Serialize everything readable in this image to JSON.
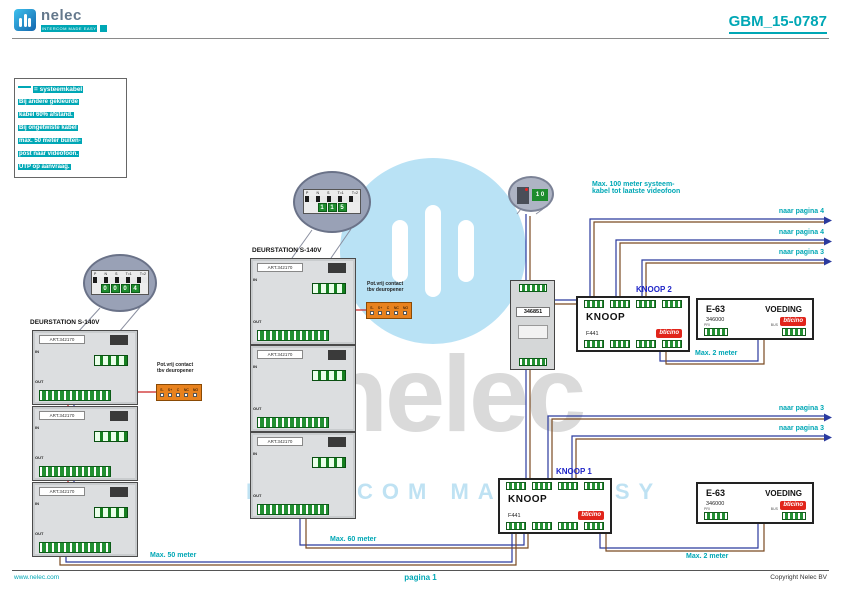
{
  "header": {
    "brand": "nelec",
    "brand_tagline": "INTERCOM MADE EASY",
    "doc_number": "GBM_15-0787"
  },
  "legend": {
    "title": "= systeemkabel",
    "lines": [
      "Bij andere gekleurde",
      "kabel 60% afstand.",
      "Bij ongetwiste kabel",
      "max. 50 meter buiten-",
      "post naar videofoon.",
      "UTP op aanvraag."
    ]
  },
  "watermark": {
    "brand": "nelec",
    "tagline": "INTERCOM MADE EASY"
  },
  "diagram": {
    "station1": {
      "label": "DEURSTATION S-140V",
      "art": "ART.342170",
      "in": "IN",
      "out": "OUT"
    },
    "station2": {
      "label": "DEURSTATION S-140V",
      "art": "ART.342170",
      "in": "IN",
      "out": "OUT"
    },
    "callout1": {
      "pins": [
        "P",
        "N",
        "S",
        "T=1",
        "T=2"
      ],
      "digits": [
        "0",
        "0",
        "0",
        "4"
      ]
    },
    "callout2": {
      "pins": [
        "P",
        "N",
        "S",
        "T=1",
        "T=2"
      ],
      "digits": [
        "1",
        "1",
        "5"
      ]
    },
    "mini_callout": {
      "digits": "1 0"
    },
    "potvrij": {
      "line1": "Pot.vrij contact",
      "line2": "tbv deuropener",
      "pins": [
        "S-",
        "S+",
        "C",
        "NC",
        "NO"
      ]
    },
    "adapter": {
      "code": "346851"
    },
    "knoop2": {
      "title": "KNOOP",
      "code": "F441",
      "brand": "bticino",
      "tag": "KNOOP 2"
    },
    "knoop1": {
      "title": "KNOOP",
      "code": "F441",
      "brand": "bticino",
      "tag": "KNOOP 1"
    },
    "voeding1": {
      "model": "E-63",
      "name": "VOEDING",
      "code": "346000",
      "brand": "bticino",
      "pin_left": "PRI",
      "pin_right": "BUS"
    },
    "voeding2": {
      "model": "E-63",
      "name": "VOEDING",
      "code": "346000",
      "brand": "bticino",
      "pin_left": "PRI",
      "pin_right": "BUS"
    }
  },
  "annotations": {
    "max100_l1": "Max. 100 meter systeem-",
    "max100_l2": "kabel tot laatste videofoon",
    "naar1": "naar pagina 4",
    "naar2": "naar pagina 4",
    "naar3": "naar pagina 3",
    "naar4": "naar pagina 3",
    "naar5": "naar pagina 3",
    "max50": "Max. 50 meter",
    "max60": "Max. 60 meter",
    "max2a": "Max. 2 meter",
    "max2b": "Max. 2 meter"
  },
  "footer": {
    "left": "www.nelec.com",
    "center": "pagina 1",
    "right": "Copyright Nelec BV"
  }
}
